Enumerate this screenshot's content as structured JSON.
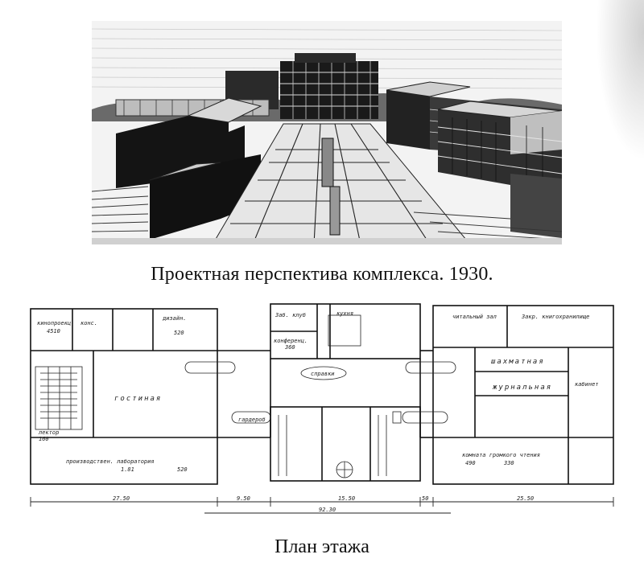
{
  "captions": {
    "perspective": "Проектная перспектива комплекса. 1930.",
    "plan": "План этажа"
  },
  "plan_labels": {
    "top_left_1": "кинопроекц.",
    "top_left_1b": "4510",
    "top_left_2": "конс.",
    "top_left_3": "",
    "top_left_4": "дизайн.",
    "top_left_4b": "520",
    "stage_label": "лектор",
    "stage_num": "160",
    "left_label": "",
    "hall_left": "гостиная",
    "bottom_left_room": "производствен. лаборатория",
    "bottom_left_num1": "1.81",
    "bottom_left_num2": "520",
    "center_top_1": "Заб. клуб",
    "center_top_1b": "",
    "center_top_2": "конференц.",
    "center_top_2b": "360",
    "center_top_3": "кухня",
    "center_oval": "справки",
    "center_mid": "гардероб",
    "right_top_1": "читальный зал",
    "right_top_1b": "",
    "right_top_2": "Закр. книгохранилище",
    "right_top_2b": "",
    "right_mid_1": "шахматная",
    "right_mid_2": "журнальная",
    "right_mid_3": "кабинет",
    "right_mid_3b": "",
    "right_bot_1": "комната громкого чтения",
    "right_bot_1b": "490",
    "right_bot_1c": "330",
    "right_bot_2": "",
    "right_bot_2b": "",
    "dims": {
      "d1": "27.50",
      "d2": "9.50",
      "d3": "15.50",
      "d4": "50",
      "d5": "25.50",
      "total": "92.30"
    }
  }
}
